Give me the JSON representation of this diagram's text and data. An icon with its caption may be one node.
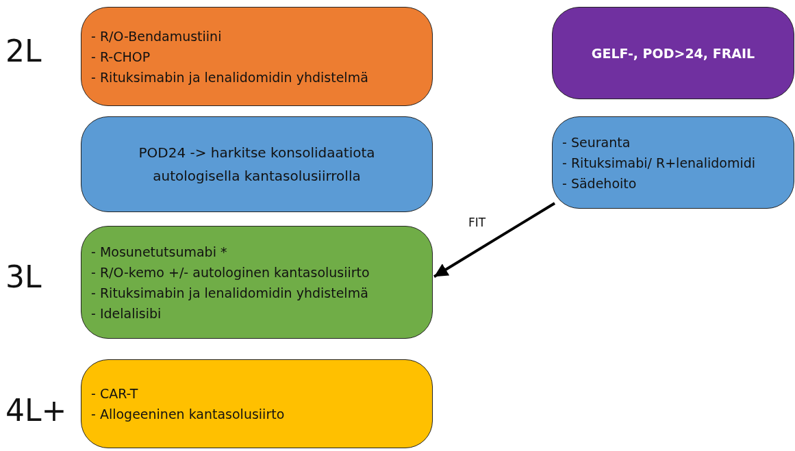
{
  "diagram": {
    "nodes": [
      {
        "text": [
          "- R/O-Bendamustiini",
          "- R-CHOP",
          "- Rituksimabin ja lenalidomidin yhdistelmä"
        ]
      },
      {
        "text": [
          "GELF-, POD>24, FRAIL"
        ]
      },
      {
        "text": [
          "POD24 -> harkitse konsolidaatiota autologisella kantasolusiirrolla"
        ]
      },
      {
        "text": [
          "- Seuranta",
          "- Rituksimabi/ R+lenalidomidi",
          "- Sädehoito"
        ]
      },
      {
        "text": [
          "- Mosunetutsumabi *",
          "- R/O-kemo +/- autologinen kantasolusiirto",
          "- Rituksimabin ja lenalidomidin yhdistelmä",
          "- Idelalisibi"
        ]
      },
      {
        "text": [
          "- CAR-T",
          "- Allogeeninen kantasolusiirto"
        ]
      }
    ],
    "edges": [
      {
        "from": 3,
        "to": 4,
        "arrow": "to",
        "label": "FIT"
      }
    ],
    "labels": [
      "2L",
      "3L",
      "4L+"
    ]
  }
}
